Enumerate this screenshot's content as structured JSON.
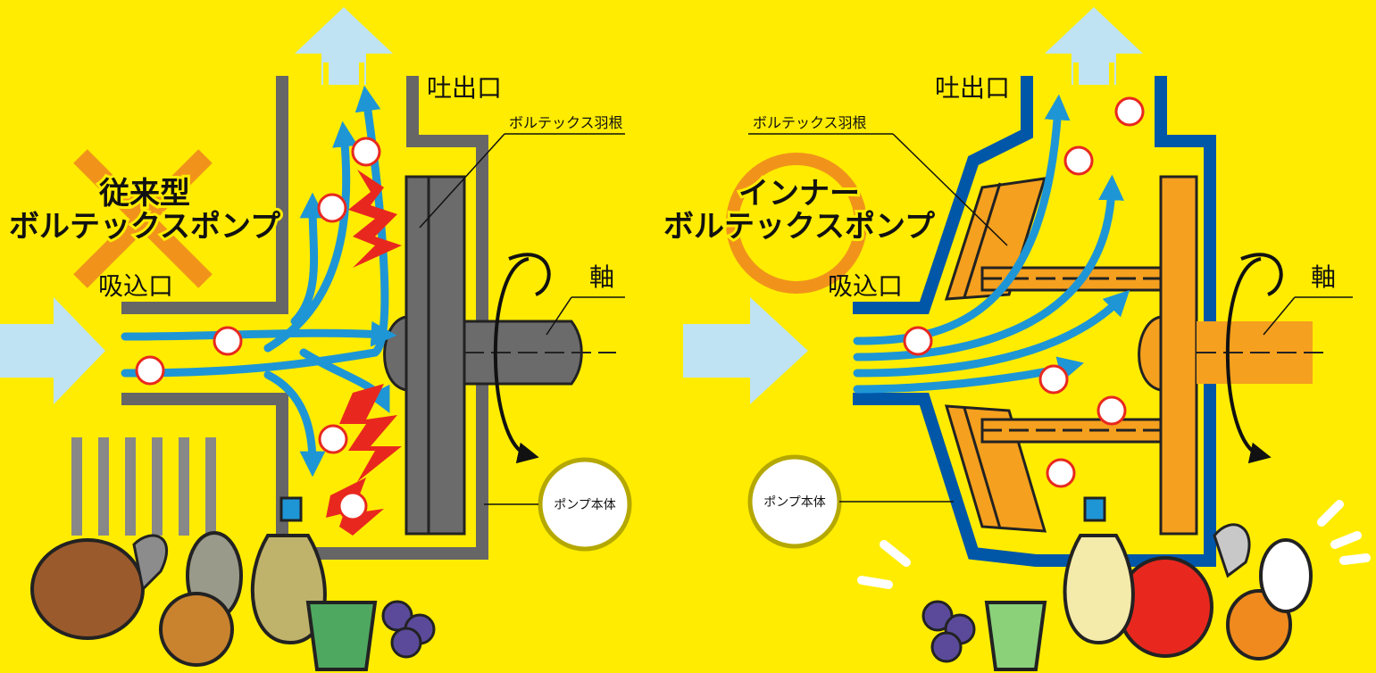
{
  "colors": {
    "background": "#FFEC00",
    "conventional_body": "#666666",
    "inner_body": "#0057A8",
    "flow": "#1E96D6",
    "flow_arrow_light": "#BFE3F2",
    "vane_conventional": "#6B6B6B",
    "vane_inner": "#F5A01E",
    "impact": "#E8281E",
    "cross_mark": "#F08A1E",
    "circle_mark": "#F08A1E"
  },
  "conventional": {
    "title_line1": "従来型",
    "title_line2": "ボルテックスポンプ",
    "inlet": "吸込口",
    "outlet": "吐出口",
    "vane": "ボルテックス羽根",
    "shaft": "軸",
    "body": "ポンプ本体",
    "mark_icon": "cross-mark-icon"
  },
  "inner": {
    "title_line1": "インナー",
    "title_line2": "ボルテックスポンプ",
    "inlet": "吸込口",
    "outlet": "吐出口",
    "vane": "ボルテックス羽根",
    "shaft": "軸",
    "body": "ポンプ本体",
    "mark_icon": "circle-mark-icon"
  }
}
